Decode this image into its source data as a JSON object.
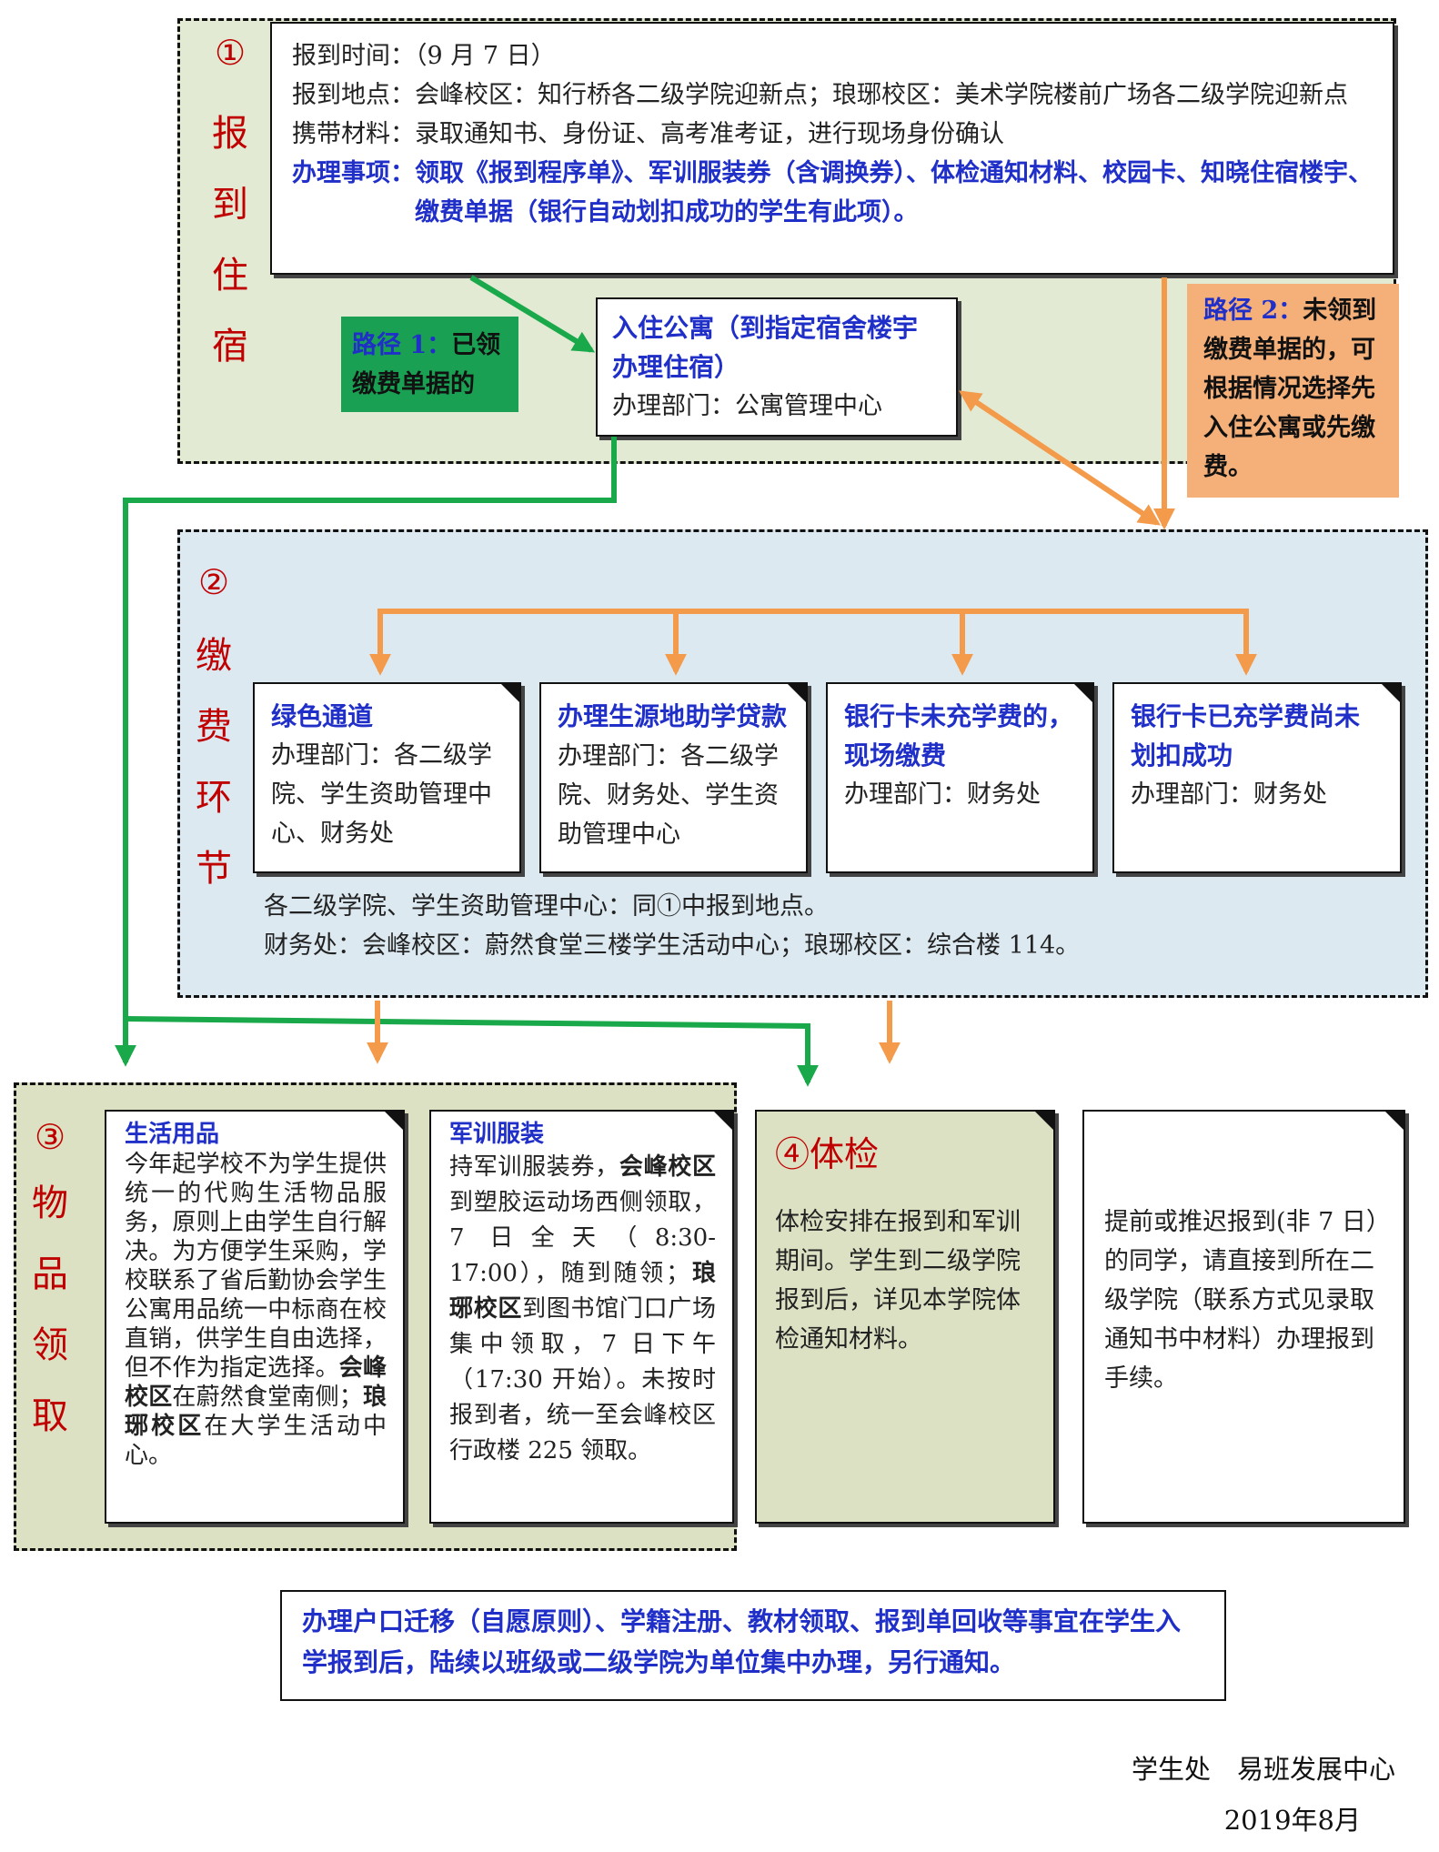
{
  "section1": {
    "number": "①",
    "title_chars": [
      "报",
      "到",
      "住",
      "宿"
    ],
    "info": {
      "time_label": "报到时间：",
      "time_value": "（9 月 7 日）",
      "place_label": "报到地点：",
      "place_value": "会峰校区：知行桥各二级学院迎新点；琅琊校区：美术学院楼前广场各二级学院迎新点",
      "materials_label": "携带材料：",
      "materials_value": "录取通知书、身份证、高考准考证，进行现场身份确认",
      "tasks_label": "办理事项：",
      "tasks_value": "领取《报到程序单》、军训服装券（含调换券）、体检通知材料、校园卡、知晓住宿楼宇、缴费单据（银行自动划扣成功的学生有此项）。"
    },
    "dorm": {
      "title": "入住公寓（到指定宿舍楼宇办理住宿）",
      "dept": "办理部门：公寓管理中心"
    },
    "path1": {
      "label": "路径 1：",
      "text": "已领缴费单据的"
    },
    "path2": {
      "label": "路径 2：",
      "text": "未领到缴费单据的，可根据情况选择先入住公寓或先缴费。"
    }
  },
  "section2": {
    "number": "②",
    "title_chars": [
      "缴",
      "费",
      "环",
      "节"
    ],
    "options": [
      {
        "title": "绿色通道",
        "body": "办理部门：各二级学院、学生资助管理中心、财务处"
      },
      {
        "title": "办理生源地助学贷款",
        "body": "办理部门：各二级学院、财务处、学生资助管理中心"
      },
      {
        "title": "银行卡未充学费的，现场缴费",
        "body": "办理部门：财务处"
      },
      {
        "title": "银行卡已充学费尚未划扣成功",
        "body": "办理部门：财务处"
      }
    ],
    "note1": "各二级学院、学生资助管理中心：同①中报到地点。",
    "note2": "财务处：会峰校区：蔚然食堂三楼学生活动中心；琅琊校区：综合楼 114。"
  },
  "section3": {
    "number": "③",
    "title_chars": [
      "物",
      "品",
      "领",
      "取"
    ],
    "daily": {
      "title": "生活用品",
      "body_a": "今年起学校不为学生提供统一的代购生活物品服务，原则上由学生自行解决。为方便学生采购，学校联系了省后勤协会学生公寓用品统一中标商在校直销，供学生自由选择，但不作为指定选择。",
      "bold_a": "会峰校区",
      "body_b": "在蔚然食堂南侧；",
      "bold_b": "琅琊校区",
      "body_c": "在大学生活动中心。"
    },
    "uniform": {
      "title": "军训服装",
      "body_a": "持军训服装券，",
      "bold_a": "会峰校区",
      "body_b": "到塑胶运动场西侧领取，7 日全天（8:30-17:00），随到随领；",
      "bold_b": "琅琊校区",
      "body_c": "到图书馆门口广场集中领取，7 日下午（17:30 开始）。未按时报到者，统一至会峰校区行政楼 225 领取。"
    }
  },
  "section4": {
    "title": "④体检",
    "body": "体检安排在报到和军训期间。学生到二级学院报到后，详见本学院体检通知材料。"
  },
  "early_late": {
    "body": "提前或推迟报到(非 7 日）的同学，请直接到所在二级学院（联系方式见录取通知书中材料）办理报到手续。"
  },
  "notice": "办理户口迁移（自愿原则）、学籍注册、教材领取、报到单回收等事宜在学生入学报到后，陆续以班级或二级学院为单位集中办理，另行通知。",
  "footer": {
    "org": "学生处　易班发展中心",
    "date": "2019年8月"
  },
  "colors": {
    "green_arrow": "#19a84a",
    "orange_arrow": "#f39a4b",
    "title_red": "#c00000",
    "text_blue": "#1f2fc8"
  }
}
